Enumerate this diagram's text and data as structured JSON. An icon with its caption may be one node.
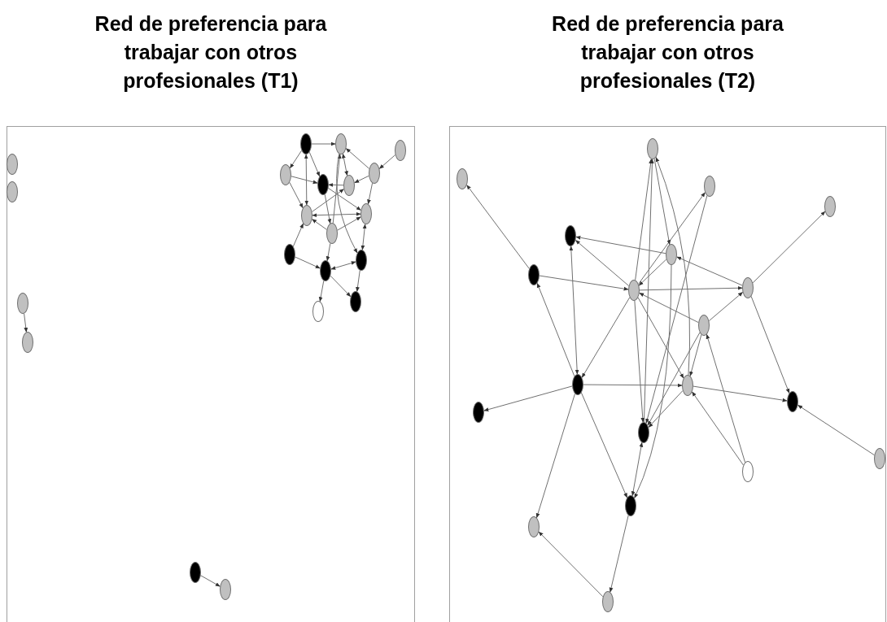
{
  "diagram": {
    "nodes": [
      {
        "text": [
          "Red de preferencia para trabajar con otros profesionales (T1)"
        ]
      },
      {
        "text": [],
        "shape": "ellipse",
        "in": 0
      },
      {
        "text": [],
        "shape": "ellipse",
        "in": 0
      },
      {
        "text": [],
        "shape": "ellipse",
        "in": 0
      },
      {
        "text": [],
        "shape": "ellipse",
        "in": 0
      },
      {
        "text": [],
        "shape": "ellipse",
        "in": 0
      },
      {
        "text": [],
        "shape": "ellipse",
        "in": 0
      },
      {
        "text": [],
        "shape": "ellipse",
        "in": 0
      },
      {
        "text": [],
        "shape": "ellipse",
        "in": 0
      },
      {
        "text": [],
        "shape": "ellipse",
        "in": 0
      },
      {
        "text": [],
        "shape": "ellipse",
        "in": 0
      },
      {
        "text": [],
        "shape": "ellipse",
        "in": 0
      },
      {
        "text": [],
        "shape": "ellipse",
        "in": 0
      },
      {
        "text": [],
        "shape": "ellipse",
        "in": 0
      },
      {
        "text": [],
        "shape": "ellipse",
        "in": 0
      },
      {
        "text": [],
        "shape": "ellipse",
        "in": 0
      },
      {
        "text": [],
        "shape": "ellipse",
        "in": 0
      },
      {
        "text": [],
        "shape": "ellipse",
        "in": 0
      },
      {
        "text": [],
        "shape": "ellipse",
        "in": 0
      },
      {
        "text": [],
        "shape": "ellipse",
        "in": 0
      },
      {
        "text": [],
        "shape": "ellipse",
        "in": 0
      },
      {
        "text": [],
        "shape": "ellipse",
        "in": 0
      },
      {
        "text": [
          "Red de preferencia para trabajar con otros profesionales (T2)"
        ]
      },
      {
        "text": [],
        "shape": "ellipse",
        "in": 22
      },
      {
        "text": [],
        "shape": "ellipse",
        "in": 22
      },
      {
        "text": [],
        "shape": "ellipse",
        "in": 22
      },
      {
        "text": [],
        "shape": "ellipse",
        "in": 22
      },
      {
        "text": [],
        "shape": "ellipse",
        "in": 22
      },
      {
        "text": [],
        "shape": "ellipse",
        "in": 22
      },
      {
        "text": [],
        "shape": "ellipse",
        "in": 22
      },
      {
        "text": [],
        "shape": "ellipse",
        "in": 22
      },
      {
        "text": [],
        "shape": "ellipse",
        "in": 22
      },
      {
        "text": [],
        "shape": "ellipse",
        "in": 22
      },
      {
        "text": [],
        "shape": "ellipse",
        "in": 22
      },
      {
        "text": [],
        "shape": "ellipse",
        "in": 22
      },
      {
        "text": [],
        "shape": "ellipse",
        "in": 22
      },
      {
        "text": [],
        "shape": "ellipse",
        "in": 22
      },
      {
        "text": [],
        "shape": "ellipse",
        "in": 22
      },
      {
        "text": [],
        "shape": "ellipse",
        "in": 22
      },
      {
        "text": [],
        "shape": "ellipse",
        "in": 22
      },
      {
        "text": [],
        "shape": "ellipse",
        "in": 22
      },
      {
        "text": [],
        "shape": "ellipse",
        "in": 22
      },
      {
        "text": [],
        "shape": "ellipse",
        "in": 22
      }
    ],
    "edges": [
      {
        "from": 3,
        "to": 4,
        "arrow": "to"
      },
      {
        "from": 5,
        "to": 6,
        "arrow": "to"
      },
      {
        "from": 7,
        "to": 8,
        "arrow": "to"
      },
      {
        "from": 7,
        "to": 10,
        "arrow": "to"
      },
      {
        "from": 7,
        "to": 14,
        "arrow": "both"
      },
      {
        "from": 7,
        "to": 11,
        "arrow": "to"
      },
      {
        "from": 9,
        "to": 12,
        "arrow": "to"
      },
      {
        "from": 12,
        "to": 8,
        "arrow": "to"
      },
      {
        "from": 12,
        "to": 13,
        "arrow": "to"
      },
      {
        "from": 13,
        "to": 8,
        "arrow": "both"
      },
      {
        "from": 10,
        "to": 11,
        "arrow": "to"
      },
      {
        "from": 10,
        "to": 14,
        "arrow": "to"
      },
      {
        "from": 11,
        "to": 15,
        "arrow": "to"
      },
      {
        "from": 13,
        "to": 11,
        "arrow": "to"
      },
      {
        "from": 14,
        "to": 13,
        "arrow": "to"
      },
      {
        "from": 14,
        "to": 15,
        "arrow": "both"
      },
      {
        "from": 16,
        "to": 14,
        "arrow": "to"
      },
      {
        "from": 16,
        "to": 15,
        "arrow": "to"
      },
      {
        "from": 16,
        "to": 8,
        "arrow": "to"
      },
      {
        "from": 11,
        "to": 16,
        "arrow": "to"
      },
      {
        "from": 16,
        "to": 18,
        "arrow": "to"
      },
      {
        "from": 12,
        "to": 15,
        "arrow": "to"
      },
      {
        "from": 17,
        "to": 14,
        "arrow": "to"
      },
      {
        "from": 17,
        "to": 18,
        "arrow": "to"
      },
      {
        "from": 18,
        "to": 19,
        "arrow": "both"
      },
      {
        "from": 18,
        "to": 21,
        "arrow": "to"
      },
      {
        "from": 18,
        "to": 20,
        "arrow": "to"
      },
      {
        "from": 15,
        "to": 19,
        "arrow": "both"
      },
      {
        "from": 19,
        "to": 21,
        "arrow": "to"
      },
      {
        "from": 8,
        "to": 19,
        "arrow": "to"
      },
      {
        "from": 29,
        "to": 23,
        "arrow": "to"
      },
      {
        "from": 29,
        "to": 30,
        "arrow": "to"
      },
      {
        "from": 28,
        "to": 27,
        "arrow": "to"
      },
      {
        "from": 30,
        "to": 27,
        "arrow": "to"
      },
      {
        "from": 27,
        "to": 33,
        "arrow": "both"
      },
      {
        "from": 33,
        "to": 29,
        "arrow": "to"
      },
      {
        "from": 28,
        "to": 30,
        "arrow": "to"
      },
      {
        "from": 30,
        "to": 25,
        "arrow": "to"
      },
      {
        "from": 25,
        "to": 37,
        "arrow": "to"
      },
      {
        "from": 30,
        "to": 31,
        "arrow": "to"
      },
      {
        "from": 31,
        "to": 28,
        "arrow": "to"
      },
      {
        "from": 32,
        "to": 30,
        "arrow": "to"
      },
      {
        "from": 31,
        "to": 26,
        "arrow": "to"
      },
      {
        "from": 32,
        "to": 31,
        "arrow": "to"
      },
      {
        "from": 30,
        "to": 24,
        "arrow": "to"
      },
      {
        "from": 37,
        "to": 24,
        "arrow": "to"
      },
      {
        "from": 34,
        "to": 24,
        "arrow": "to"
      },
      {
        "from": 24,
        "to": 28,
        "arrow": "to"
      },
      {
        "from": 33,
        "to": 36,
        "arrow": "to"
      },
      {
        "from": 33,
        "to": 34,
        "arrow": "to"
      },
      {
        "from": 34,
        "to": 35,
        "arrow": "to"
      },
      {
        "from": 38,
        "to": 35,
        "arrow": "to"
      },
      {
        "from": 31,
        "to": 35,
        "arrow": "to"
      },
      {
        "from": 33,
        "to": 41,
        "arrow": "to"
      },
      {
        "from": 33,
        "to": 40,
        "arrow": "to"
      },
      {
        "from": 42,
        "to": 41,
        "arrow": "to"
      },
      {
        "from": 40,
        "to": 42,
        "arrow": "to"
      },
      {
        "from": 37,
        "to": 40,
        "arrow": "both"
      },
      {
        "from": 34,
        "to": 37,
        "arrow": "to"
      },
      {
        "from": 32,
        "to": 37,
        "arrow": "to"
      },
      {
        "from": 30,
        "to": 37,
        "arrow": "to"
      },
      {
        "from": 28,
        "to": 40,
        "arrow": "to"
      },
      {
        "from": 39,
        "to": 34,
        "arrow": "to"
      },
      {
        "from": 39,
        "to": 32,
        "arrow": "to"
      },
      {
        "from": 32,
        "to": 34,
        "arrow": "to"
      },
      {
        "from": 30,
        "to": 33,
        "arrow": "to"
      },
      {
        "from": 30,
        "to": 34,
        "arrow": "to"
      }
    ]
  }
}
